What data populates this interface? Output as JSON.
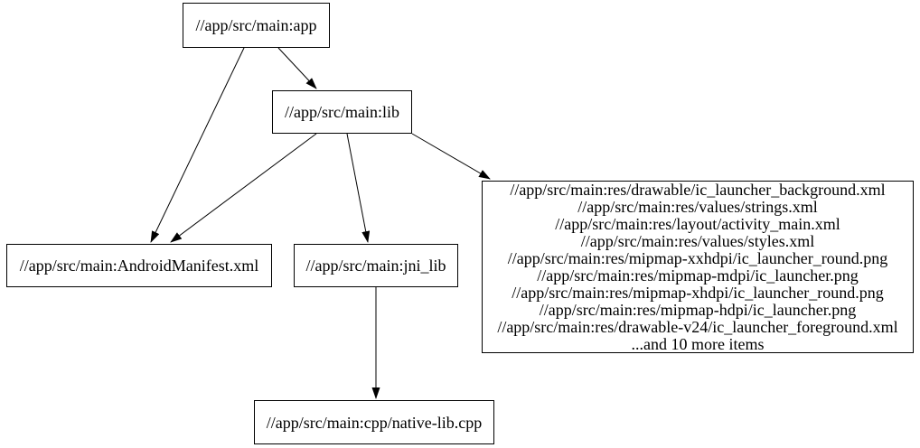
{
  "colors": {
    "background": "#ffffff",
    "node_fill": "#ffffff",
    "node_border": "#000000",
    "edge": "#000000",
    "text": "#000000"
  },
  "nodes": {
    "app": {
      "label": "//app/src/main:app"
    },
    "lib": {
      "label": "//app/src/main:lib"
    },
    "android_manifest": {
      "label": "//app/src/main:AndroidManifest.xml"
    },
    "jni_lib": {
      "label": "//app/src/main:jni_lib"
    },
    "native_lib_cpp": {
      "label": "//app/src/main:cpp/native-lib.cpp"
    },
    "res_files": {
      "lines": [
        "//app/src/main:res/drawable/ic_launcher_background.xml",
        "//app/src/main:res/values/strings.xml",
        "//app/src/main:res/layout/activity_main.xml",
        "//app/src/main:res/values/styles.xml",
        "//app/src/main:res/mipmap-xxhdpi/ic_launcher_round.png",
        "//app/src/main:res/mipmap-mdpi/ic_launcher.png",
        "//app/src/main:res/mipmap-xhdpi/ic_launcher_round.png",
        "//app/src/main:res/mipmap-hdpi/ic_launcher.png",
        "//app/src/main:res/drawable-v24/ic_launcher_foreground.xml",
        "...and 10 more items"
      ]
    }
  },
  "edges": [
    {
      "from": "//app/src/main:app",
      "to": "//app/src/main:lib"
    },
    {
      "from": "//app/src/main:app",
      "to": "//app/src/main:AndroidManifest.xml"
    },
    {
      "from": "//app/src/main:lib",
      "to": "//app/src/main:AndroidManifest.xml"
    },
    {
      "from": "//app/src/main:lib",
      "to": "//app/src/main:jni_lib"
    },
    {
      "from": "//app/src/main:lib",
      "to": "res_files_group"
    },
    {
      "from": "//app/src/main:jni_lib",
      "to": "//app/src/main:cpp/native-lib.cpp"
    }
  ]
}
